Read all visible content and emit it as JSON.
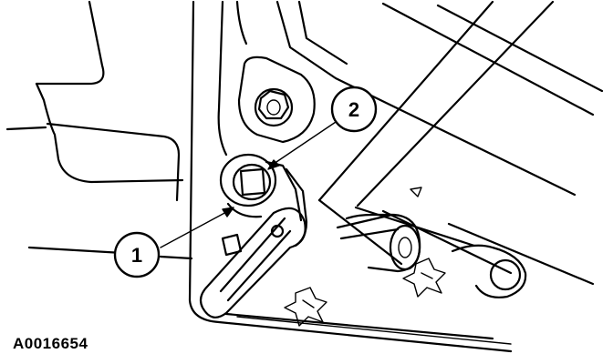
{
  "figure": {
    "id": "A0016654"
  },
  "callouts": [
    {
      "label": "1"
    },
    {
      "label": "2"
    }
  ],
  "colors": {
    "line": "#000000",
    "background": "#ffffff"
  }
}
